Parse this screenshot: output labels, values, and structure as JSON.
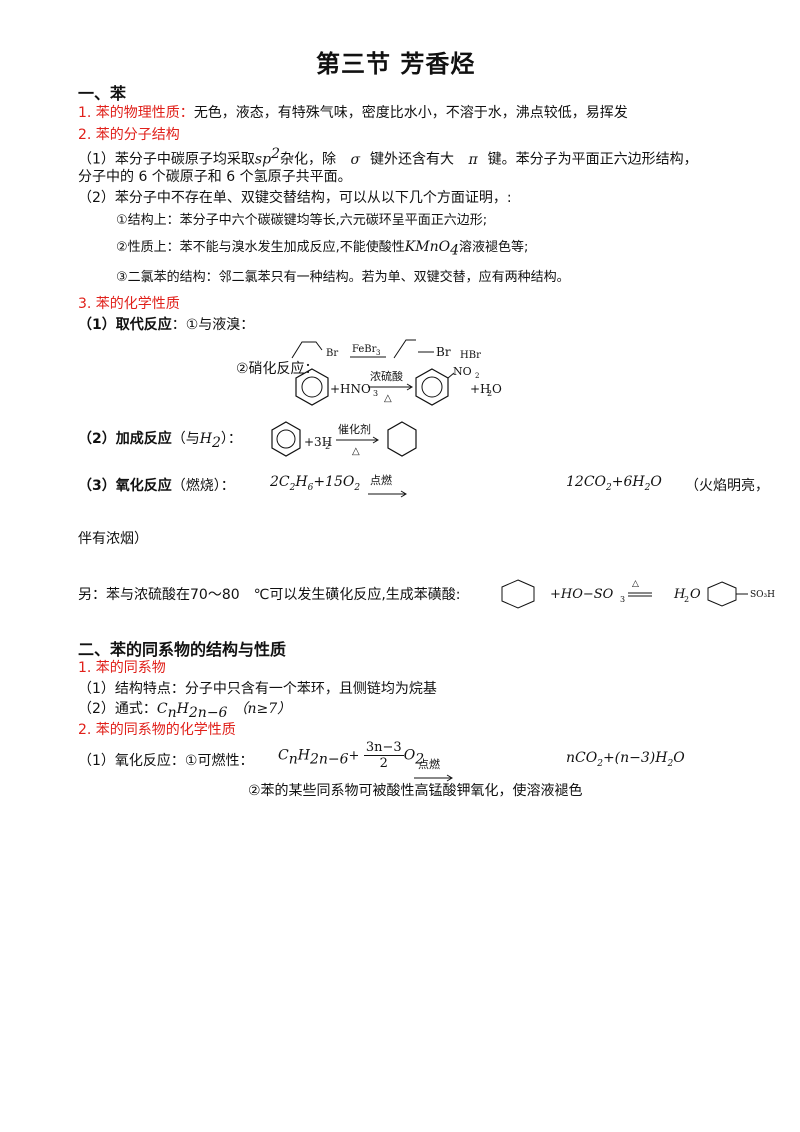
{
  "title": "第三节 芳香烃",
  "section1": {
    "heading": "一、苯",
    "p1_label": "1. 苯的物理性质：",
    "p1_text": "无色，液态，有特殊气味，密度比水小，不溶于水，沸点较低，易挥发",
    "p2_label": "2. 苯的分子结构",
    "s1_a": "（1）苯分子中碳原子均采取",
    "s1_sp": "sp",
    "s1_sup": "2",
    "s1_b": "杂化，除",
    "s1_sigma": "σ",
    "s1_c": "键外还含有大",
    "s1_pi": "π",
    "s1_d": "键。苯分子为平面正六边形结构，",
    "s1_line2": "分子中的 6 个碳原子和 6 个氢原子共平面。",
    "s2": "（2）苯分子中不存在单、双键交替结构，可以从以下几个方面证明，:",
    "s2_1": "①结构上：苯分子中六个碳碳键均等长,六元碳环呈平面正六边形;",
    "s2_2a": "②性质上：苯不能与溴水发生加成反应,不能使酸性",
    "s2_2f": "KMnO",
    "s2_2sub": "4",
    "s2_2b": "溶液褪色等;",
    "s2_3": "③二氯苯的结构：邻二氯苯只有一种结构。若为单、双键交替，应有两种结构。",
    "p3_label": "3. 苯的化学性质",
    "sub1_label": "（1）取代反应",
    "sub1_text": "：①与液溴：",
    "sub1_feBr": "FeBr",
    "sub1_feBr_sub": "3",
    "sub1_br": "Br",
    "sub1_hbr": "HBr",
    "nitro_label": "②硝化反应：",
    "nitro_plus": "+HNO",
    "nitro_sub": "3",
    "nitro_cat": "浓硫酸",
    "nitro_cond": "△",
    "nitro_no2": "NO",
    "nitro_no2_sub": "2",
    "nitro_h2o": "+H",
    "nitro_h2o_sub": "2",
    "nitro_o": "O",
    "sub2_label": "（2）加成反应",
    "sub2_paren": "（与",
    "sub2_h": "H",
    "sub2_hsub": "2",
    "sub2_close": "）：",
    "add_h2": "+3H",
    "add_h2_sub": "2",
    "add_cat": "催化剂",
    "add_cond": "△",
    "sub3_label": "（3）氧化反应",
    "sub3_text": "（燃烧）：",
    "burn_left": "2C",
    "burn_c2": "2",
    "burn_h": "H",
    "burn_h6": "6",
    "burn_plus": "+15O",
    "burn_o2": "2",
    "burn_cond": "点燃",
    "burn_right": "12CO",
    "burn_co2": "2",
    "burn_right2": "+6H",
    "burn_h2": "2",
    "burn_o": "O",
    "burn_note": "（火焰明亮，",
    "burn_note2": "伴有浓烟）",
    "sulf_text": "另：苯与浓硫酸在70～80　℃可以发生磺化反应,生成苯磺酸:",
    "sulf_mid": "+HO−SO",
    "sulf_sub": "3",
    "sulf_h2o": "H",
    "sulf_h2o_sub": "2",
    "sulf_h2o_o": "O",
    "sulf_so3h": "SO₃H"
  },
  "section2": {
    "heading": "二、苯的同系物的结构与性质",
    "p1_label": "1. 苯的同系物",
    "line1": "（1）结构特点：分子中只含有一个苯环，且侧链均为烷基",
    "line2_a": "（2）通式：",
    "line2_c": "C",
    "line2_n": "n",
    "line2_h": "H",
    "line2_sub": "2n−6",
    "line2_cond": "（n≥7）",
    "p2_label": "2. 苯的同系物的化学性质",
    "ox_label": "（1）氧化反应：①可燃性：",
    "ox_c": "C",
    "ox_n": "n",
    "ox_h": "H",
    "ox_sub": "2n−6",
    "ox_plus": "+",
    "ox_num": "3n−3",
    "ox_den": "2",
    "ox_o": "O",
    "ox_o2": "2",
    "ox_cond": "点燃",
    "ox_right": "nCO",
    "ox_right_sub": "2",
    "ox_right2": "+(n−3)H",
    "ox_right_h2": "2",
    "ox_right_o": "O",
    "ox_2": "②苯的某些同系物可被酸性高锰酸钾氧化，使溶液褪色"
  }
}
